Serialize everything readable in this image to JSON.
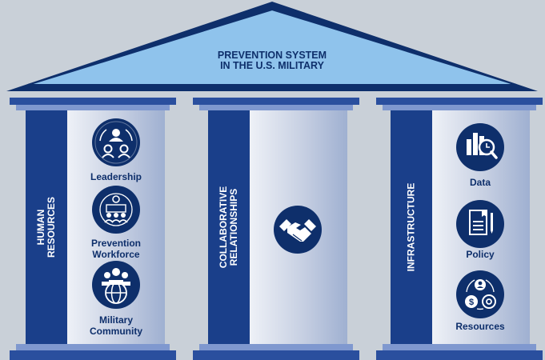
{
  "roof": {
    "title_line1": "PREVENTION SYSTEM",
    "title_line2": "IN THE U.S. MILITARY"
  },
  "pillars": [
    {
      "label_line1": "HUMAN",
      "label_line2": "RESOURCES",
      "items": [
        {
          "icon": "leadership-icon",
          "label_line1": "Leadership",
          "label_line2": ""
        },
        {
          "icon": "prevention-workforce-icon",
          "label_line1": "Prevention",
          "label_line2": "Workforce"
        },
        {
          "icon": "military-community-icon",
          "label_line1": "Military",
          "label_line2": "Community"
        }
      ]
    },
    {
      "label_line1": "COLLABORATIVE",
      "label_line2": "RELATIONSHIPS",
      "items": [
        {
          "icon": "handshake-icon"
        }
      ]
    },
    {
      "label_line1": "",
      "label_line2": "INFRASTRUCTURE",
      "items": [
        {
          "icon": "data-icon",
          "label_line1": "Data",
          "label_line2": ""
        },
        {
          "icon": "policy-icon",
          "label_line1": "Policy",
          "label_line2": ""
        },
        {
          "icon": "resources-icon",
          "label_line1": "Resources",
          "label_line2": ""
        }
      ]
    }
  ],
  "colors": {
    "background": "#c9d0d8",
    "roof_fill": "#8fc3ec",
    "navy": "#0e2f6b",
    "cap": "#2a4f9e",
    "cap_light": "#7f98cf"
  }
}
